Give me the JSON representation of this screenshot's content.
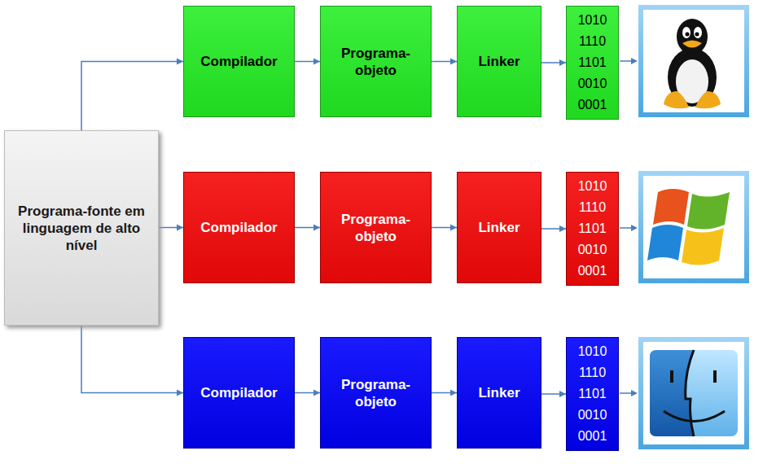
{
  "diagram": {
    "nodes": [
      {
        "text": [
          "Programa-fonte em linguagem de alto nível"
        ]
      },
      {
        "text": [
          "Compilador"
        ]
      },
      {
        "text": [
          "Programa-objeto"
        ]
      },
      {
        "text": [
          "Linker"
        ]
      },
      {
        "text": [
          "1010 1110 1101 0010 0001"
        ]
      },
      {
        "text": [
          "Compilador"
        ]
      },
      {
        "text": [
          "Programa-objeto"
        ]
      },
      {
        "text": [
          "Linker"
        ]
      },
      {
        "text": [
          "1010 1110 1101 0010 0001"
        ]
      },
      {
        "text": [
          "Compilador"
        ]
      },
      {
        "text": [
          "Programa-objeto"
        ]
      },
      {
        "text": [
          "Linker"
        ]
      },
      {
        "text": [
          "1010 1110 1101 0010 0001"
        ]
      }
    ],
    "edges": [
      {
        "from": 0,
        "to": 1,
        "arrow": "to"
      },
      {
        "from": 1,
        "to": 2,
        "arrow": "to"
      },
      {
        "from": 2,
        "to": 3,
        "arrow": "to"
      },
      {
        "from": 3,
        "to": 4,
        "arrow": "to"
      },
      {
        "from": 0,
        "to": 5,
        "arrow": "to"
      },
      {
        "from": 5,
        "to": 6,
        "arrow": "to"
      },
      {
        "from": 6,
        "to": 7,
        "arrow": "to"
      },
      {
        "from": 7,
        "to": 8,
        "arrow": "to"
      },
      {
        "from": 0,
        "to": 9,
        "arrow": "to"
      },
      {
        "from": 9,
        "to": 10,
        "arrow": "to"
      },
      {
        "from": 10,
        "to": 11,
        "arrow": "to"
      },
      {
        "from": 11,
        "to": 12,
        "arrow": "to"
      }
    ]
  }
}
